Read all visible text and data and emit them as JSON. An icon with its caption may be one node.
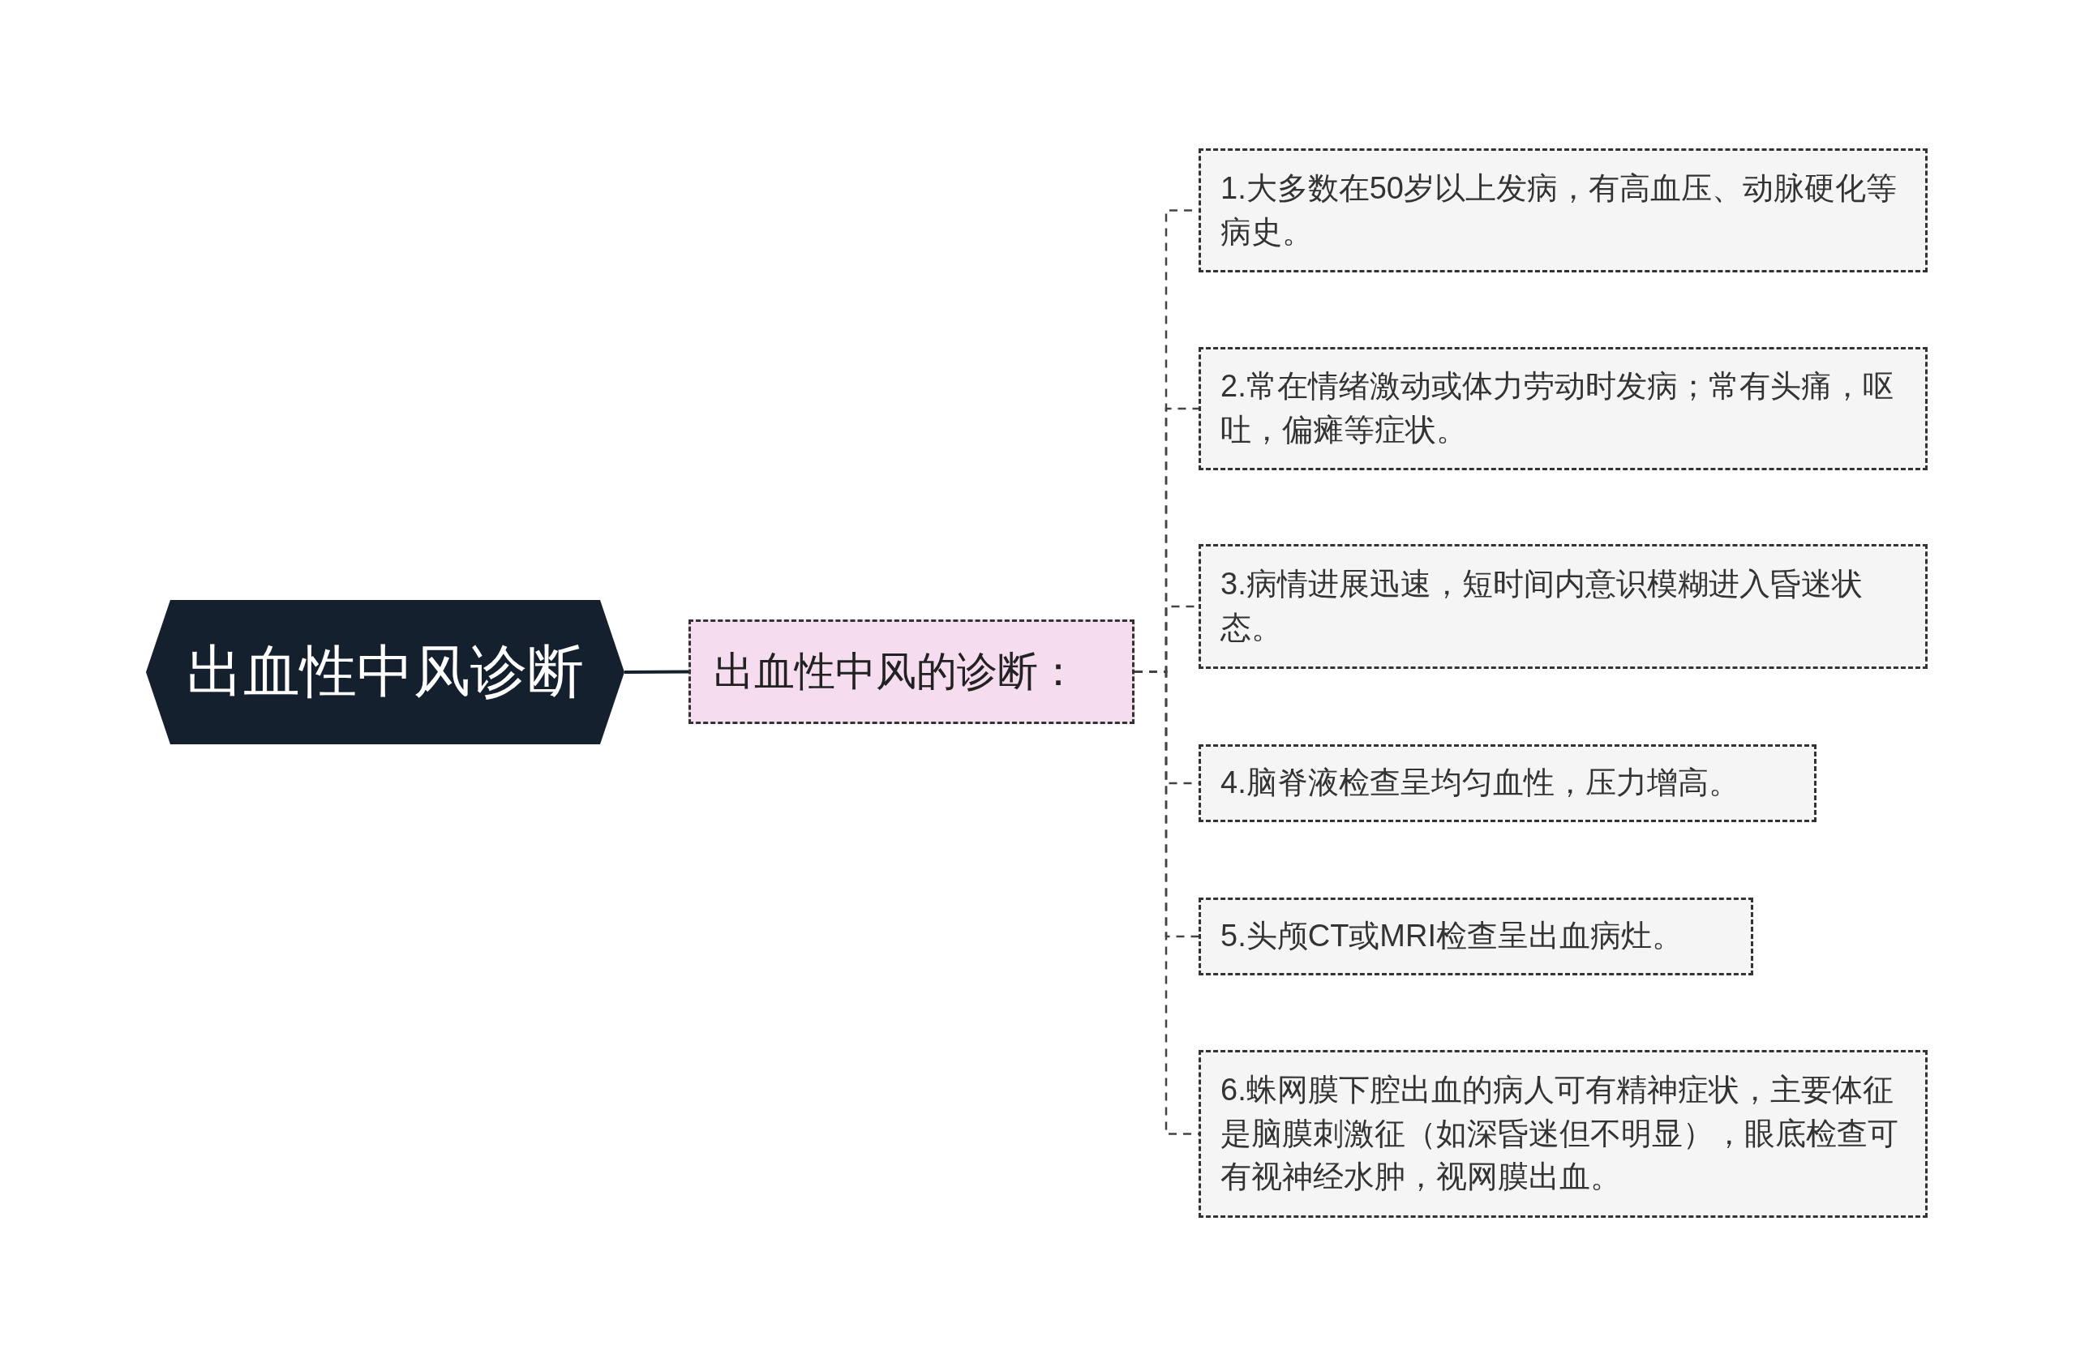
{
  "diagram": {
    "nodes": [
      {
        "text": [
          "出血性中风诊断"
        ]
      },
      {
        "text": [
          "出血性中风的诊断："
        ]
      },
      {
        "text": [
          "1.大多数在50岁以上发病，有高血压、动脉硬化等病史。"
        ]
      },
      {
        "text": [
          "2.常在情绪激动或体力劳动时发病；常有头痛，呕吐，偏瘫等症状。"
        ]
      },
      {
        "text": [
          "3.病情进展迅速，短时间内意识模糊进入昏迷状态。"
        ]
      },
      {
        "text": [
          "4.脑脊液检查呈均匀血性，压力增高。"
        ]
      },
      {
        "text": [
          "5.头颅CT或MRI检查呈出血病灶。"
        ]
      },
      {
        "text": [
          "6.蛛网膜下腔出血的病人可有精神症状，主要体征是脑膜刺激征（如深昏迷但不明显），眼底检查可有视神经水肿，视网膜出血。"
        ]
      }
    ],
    "edges": [
      {
        "from": 0,
        "to": 1,
        "arrow": "none",
        "color": "#15202f"
      },
      {
        "from": 1,
        "to": 2,
        "arrow": "none",
        "style": "dashed"
      },
      {
        "from": 1,
        "to": 3,
        "arrow": "none",
        "style": "dashed"
      },
      {
        "from": 1,
        "to": 4,
        "arrow": "none",
        "style": "dashed"
      },
      {
        "from": 1,
        "to": 5,
        "arrow": "none",
        "style": "dashed"
      },
      {
        "from": 1,
        "to": 6,
        "arrow": "none",
        "style": "dashed"
      },
      {
        "from": 1,
        "to": 7,
        "arrow": "none",
        "style": "dashed"
      }
    ]
  }
}
